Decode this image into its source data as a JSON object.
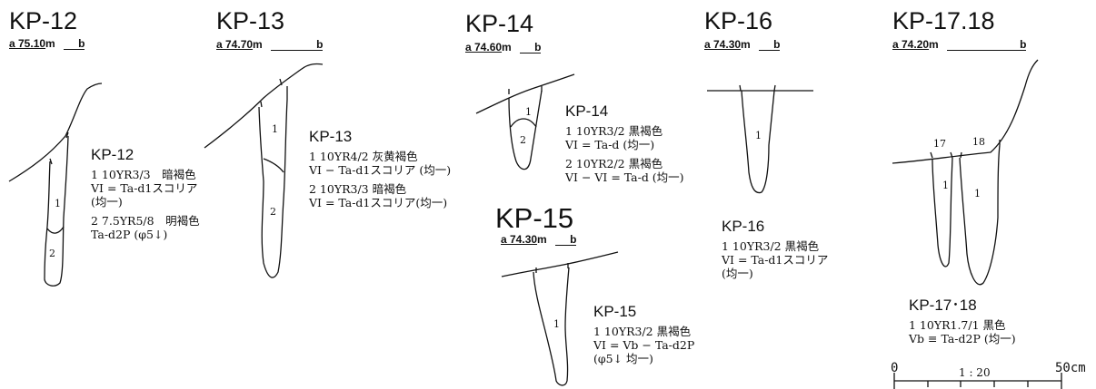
{
  "pits": [
    {
      "id": "KP-12",
      "elevation": "75.10m",
      "a": "a 75.",
      "a_ul": "10",
      "b": "b",
      "section_label": "KP-12",
      "layers": [
        {
          "no": "1",
          "text": "1 10YR3/3　暗褐色",
          "lines": [
            "VI = Ta-d1スコリア",
            "(均一)"
          ]
        },
        {
          "no": "2",
          "text": "2 7.5YR5/8　明褐色",
          "lines": [
            "Ta-d2P (φ5↓)"
          ]
        }
      ]
    },
    {
      "id": "KP-13",
      "elevation": "74.70m",
      "a": "a 74.",
      "a_ul": "70",
      "b": "b",
      "section_label": "KP-13",
      "layers": [
        {
          "no": "1",
          "text": "1 10YR4/2 灰黄褐色",
          "lines": [
            "VI − Ta-d1スコリア (均一)"
          ]
        },
        {
          "no": "2",
          "text": "2 10YR3/3 暗褐色",
          "lines": [
            "VI = Ta-d1スコリア(均一)"
          ]
        }
      ]
    },
    {
      "id": "KP-14",
      "elevation": "74.60m",
      "a": "a 74.",
      "a_ul": "60",
      "b": "b",
      "section_label": "KP-14",
      "layers": [
        {
          "no": "1",
          "text": "1 10YR3/2 黒褐色",
          "lines": [
            "VI = Ta-d (均一)"
          ]
        },
        {
          "no": "2",
          "text": "2 10YR2/2 黒褐色",
          "lines": [
            "VI − VI = Ta-d (均一)"
          ]
        }
      ]
    },
    {
      "id": "KP-15",
      "elevation": "74.30m",
      "a": "a 74.",
      "a_ul": "30",
      "b": "b",
      "section_label": "KP-15",
      "layers": [
        {
          "no": "1",
          "text": "1 10YR3/2 黒褐色",
          "lines": [
            "VI = Vb − Ta-d2P",
            "(φ5↓ 均一)"
          ]
        }
      ]
    },
    {
      "id": "KP-16",
      "elevation": "74.30m",
      "a": "a 74.",
      "a_ul": "30",
      "b": "b",
      "section_label": "KP-16",
      "layers": [
        {
          "no": "1",
          "text": "1 10YR3/2 黒褐色",
          "lines": [
            "VI = Ta-d1スコリア",
            "(均一)"
          ]
        }
      ]
    },
    {
      "id": "KP-17.18",
      "elevation": "74.20m",
      "a": "a 74.",
      "a_ul": "20",
      "b": "b",
      "section_label": "KP-17･18",
      "pit_nums": [
        "17",
        "18"
      ],
      "layers": [
        {
          "no": "1",
          "text": "1 10YR1.7/1 黒色",
          "lines": [
            "Vb ≡ Ta-d2P (均一)"
          ]
        }
      ]
    }
  ],
  "scale": {
    "start": "0",
    "end": "50cm",
    "ratio": "1 : 20"
  }
}
